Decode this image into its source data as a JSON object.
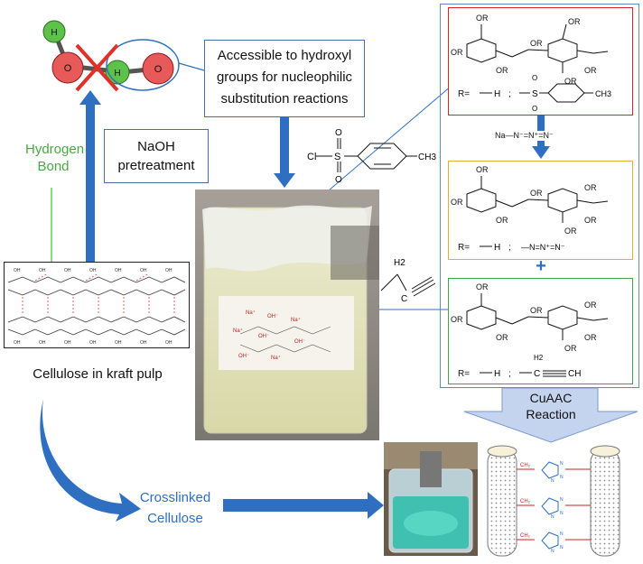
{
  "water_molecule": {
    "atom_h": "H",
    "atom_o": "O"
  },
  "labels": {
    "hydrogen_bond_1": "Hydrogen",
    "hydrogen_bond_2": "Bond",
    "naoh_1": "NaOH",
    "naoh_2": "pretreatment",
    "accessible_1": "Accessible to hydroxyl",
    "accessible_2": "groups for nucleophilic",
    "accessible_3": "substitution reactions",
    "cellulose_kraft": "Cellulose in kraft pulp",
    "crosslinked_1": "Crosslinked",
    "crosslinked_2": "Cellulose",
    "cuaac_1": "CuAAC",
    "cuaac_2": "Reaction"
  },
  "reagents": {
    "tosyl_cl": "Cl",
    "tosyl_s": "S",
    "tosyl_ch3": "CH3",
    "tosyl_o": "O",
    "azide": "Na—N⁻=N⁺=N⁻",
    "propargyl_h2": "H2",
    "propargyl_c": "C"
  },
  "panels": [
    {
      "r_label": "R=",
      "r1": "H",
      "sep": ";",
      "r2": "tosyl",
      "ch3": "CH3",
      "s": "S",
      "o": "O"
    },
    {
      "r_label": "R=",
      "r1": "H",
      "sep": ";",
      "r2": "—N=N⁺=N⁻"
    },
    {
      "r_label": "R=",
      "r1": "H",
      "sep": ";",
      "h2": "H2",
      "c": "C",
      "ch": "CH"
    }
  ],
  "substituent": "OR",
  "plus": "+",
  "colors": {
    "arrow_blue": "#2f6fc1",
    "light_arrow": "#c5d4ee",
    "accent_green": "#4aa842",
    "red_cross": "#e0302a",
    "panel1": "#d02828",
    "panel2": "#d8b436",
    "panel3": "#3ea352",
    "outer": "#5a8cc8"
  },
  "icons": [
    "water-molecule-icon",
    "cellulose-chain-icon",
    "beaker-photo-icon",
    "crosslinked-fiber-icon",
    "triazole-icon"
  ]
}
